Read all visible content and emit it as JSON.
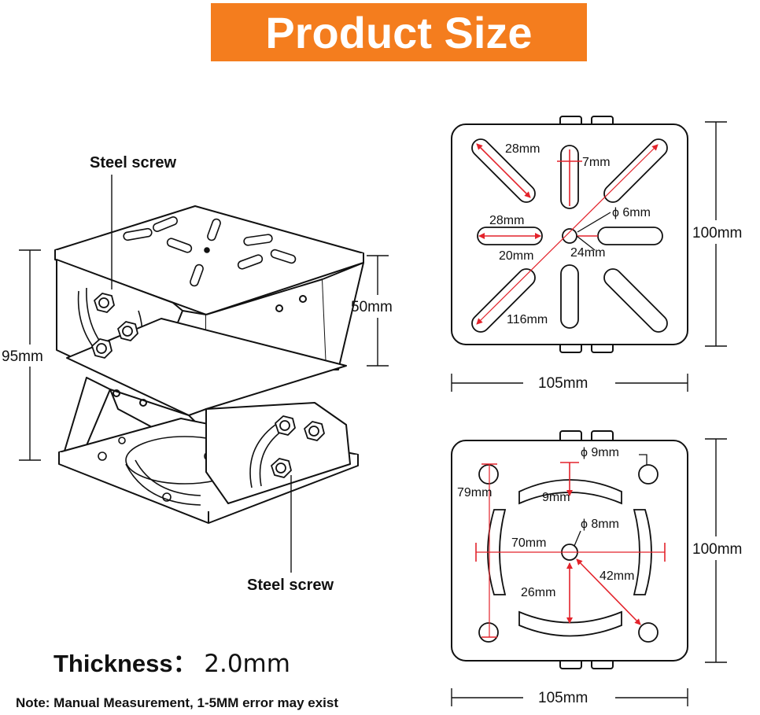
{
  "banner": {
    "title": "Product Size"
  },
  "bracket": {
    "screw_label_top": "Steel screw",
    "screw_label_bottom": "Steel screw",
    "height_total": "95mm",
    "height_upper": "50mm"
  },
  "top_plate": {
    "slot_diag_len": "28mm",
    "slot_width": "7mm",
    "center_hole": "ϕ 6mm",
    "slot_horiz_len": "28mm",
    "offset_left": "20mm",
    "offset_right": "24mm",
    "diagonal": "116mm",
    "width": "105mm",
    "height": "100mm"
  },
  "bottom_plate": {
    "corner_hole": "ϕ 9mm",
    "arc_width": "9mm",
    "vertical_span": "79mm",
    "center_hole": "ϕ 8mm",
    "horizontal_span": "70mm",
    "arc_offset": "26mm",
    "corner_distance": "42mm",
    "width": "105mm",
    "height": "100mm"
  },
  "thickness": {
    "label": "Thickness：",
    "value": "2.0mm"
  },
  "note": "Note: Manual Measurement, 1-5MM error may exist",
  "colors": {
    "banner": "#f47d1e",
    "dimension_red": "#e3232b"
  }
}
